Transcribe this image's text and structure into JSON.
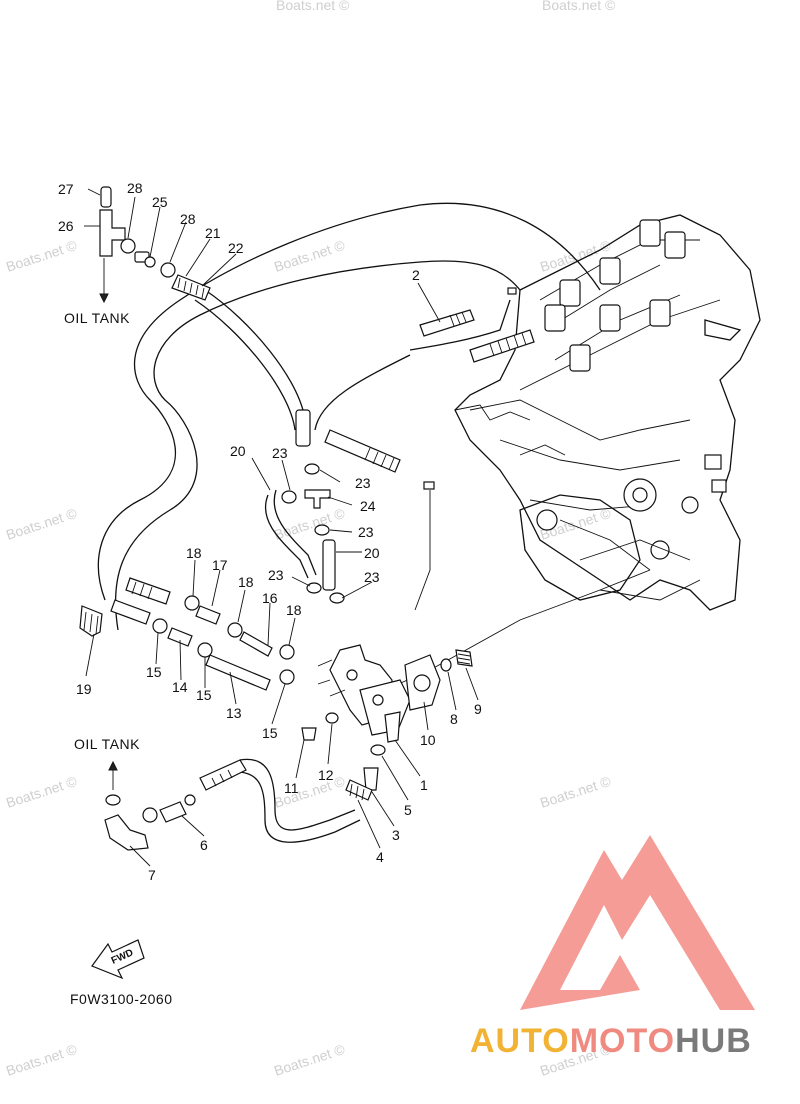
{
  "callouts": {
    "n1": "1",
    "n2": "2",
    "n3": "3",
    "n4": "4",
    "n5": "5",
    "n6": "6",
    "n7": "7",
    "n8": "8",
    "n9": "9",
    "n10": "10",
    "n11": "11",
    "n12": "12",
    "n13": "13",
    "n14": "14",
    "n15": "15",
    "n16": "16",
    "n17": "17",
    "n18": "18",
    "n19": "19",
    "n20": "20",
    "n21": "21",
    "n22": "22",
    "n23": "23",
    "n24": "24",
    "n25": "25",
    "n26": "26",
    "n27": "27",
    "n28": "28"
  },
  "labels": {
    "oil_tank_top": "OIL TANK",
    "oil_tank_bottom": "OIL TANK",
    "fwd": "FWD",
    "figure_code": "F0W3100-2060"
  },
  "watermark": {
    "text": "Boats.net ©"
  },
  "brand": {
    "part1": "AUTO",
    "part2": "MOTO",
    "part3": "HUB",
    "colors": {
      "auto": "#f2b233",
      "moto": "#f08a80",
      "hub": "#7a7a7a",
      "logo": "#f28b82"
    }
  }
}
